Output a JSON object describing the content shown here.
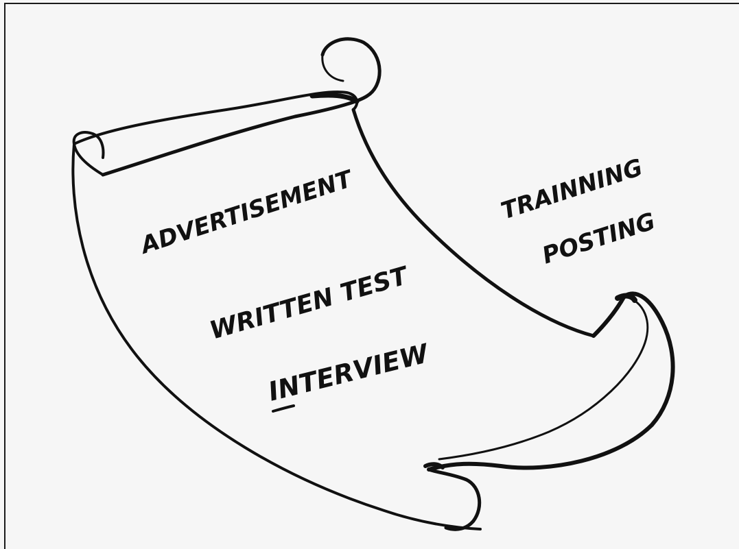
{
  "scroll": {
    "steps_on_scroll": [
      "ADVERTISEMENT",
      "WRITTEN TEST",
      "INTERVIEW"
    ],
    "steps_beside": [
      "TRAINNING",
      "POSTING"
    ]
  },
  "colors": {
    "ink": "#111111",
    "paper": "#f6f6f6",
    "border": "#1a1a1a"
  }
}
